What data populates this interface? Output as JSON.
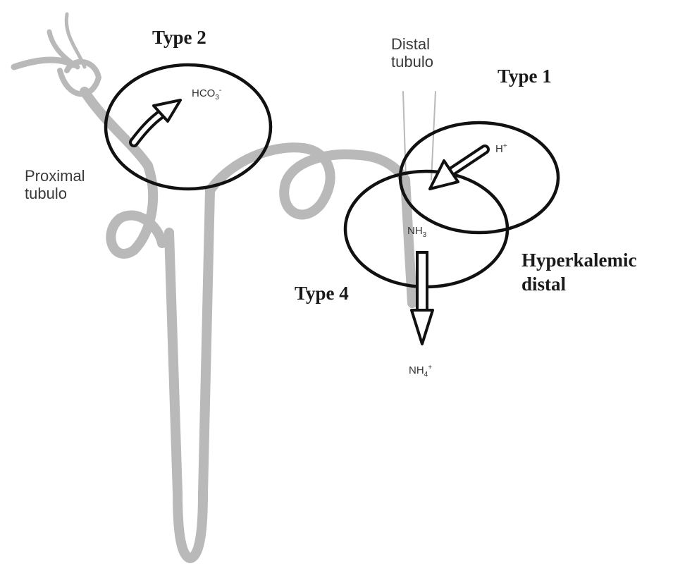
{
  "labels": {
    "type2": "Type 2",
    "type1": "Type 1",
    "type4": "Type 4",
    "hyperkalemic_line1": "Hyperkalemic",
    "hyperkalemic_line2": "distal",
    "distal_line1": "Distal",
    "distal_line2": "tubulo",
    "proximal_line1": "Proximal",
    "proximal_line2": "tubulo"
  },
  "ions": {
    "hco3_base": "HCO",
    "hco3_sub": "3",
    "hco3_sup": "-",
    "h_base": "H",
    "h_sup": "+",
    "nh3_base": "NH",
    "nh3_sub": "3",
    "nh4_base": "NH",
    "nh4_sub": "4",
    "nh4_sup": "+"
  },
  "colors": {
    "tubule": "#b9b9b9",
    "ellipse": "#111111",
    "arrow": "#111111"
  }
}
